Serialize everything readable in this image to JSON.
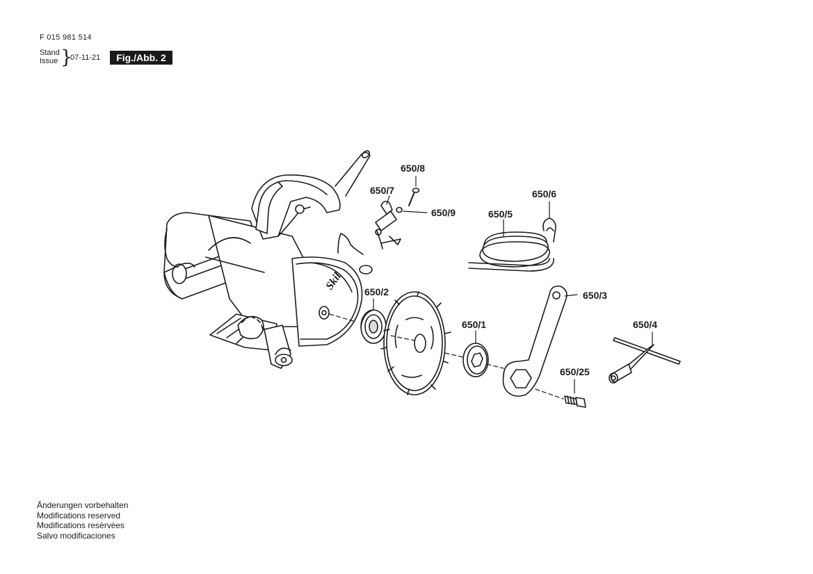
{
  "header": {
    "doc_number": "F 015 981 514",
    "stand_label": "Stand",
    "issue_label": "Issue",
    "issue_date": "07-11-21",
    "figure_label": "Fig./Abb. 2"
  },
  "callouts": {
    "p650_8": "650/8",
    "p650_7": "650/7",
    "p650_9": "650/9",
    "p650_5": "650/5",
    "p650_6": "650/6",
    "p650_2": "650/2",
    "p650_1": "650/1",
    "p650_3": "650/3",
    "p650_4": "650/4",
    "p650_25": "650/25"
  },
  "brand_mark": "Skil",
  "footer": {
    "modifications": [
      "Änderungen vorbehalten",
      "Modifications reserved",
      "Modifications resèrvèes",
      "Salvo modificaciones"
    ]
  },
  "colors": {
    "ink": "#1a1a1a",
    "paper": "#ffffff",
    "shade": "#dcdcdc"
  }
}
